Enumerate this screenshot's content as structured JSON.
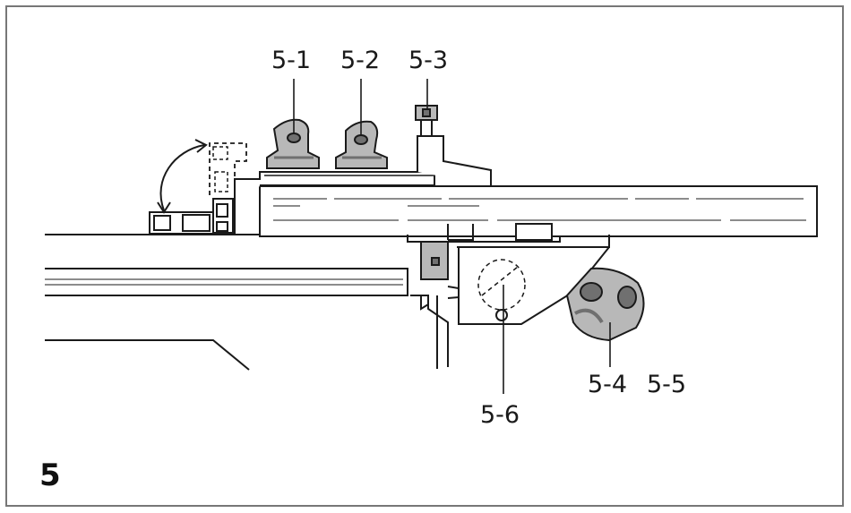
{
  "figure": {
    "number": "5",
    "callouts": {
      "c1": "5-1",
      "c2": "5-2",
      "c3": "5-3",
      "c4": "5-4",
      "c5": "5-5",
      "c6": "5-6"
    }
  },
  "colors": {
    "line": "#1a1a1a",
    "knob_fill": "#b8b8b8",
    "knob_dark": "#707070",
    "frame": "#777777"
  },
  "icons": {
    "rotation_arrow": "curved-double-arrow-icon",
    "knob": "knob-icon"
  }
}
